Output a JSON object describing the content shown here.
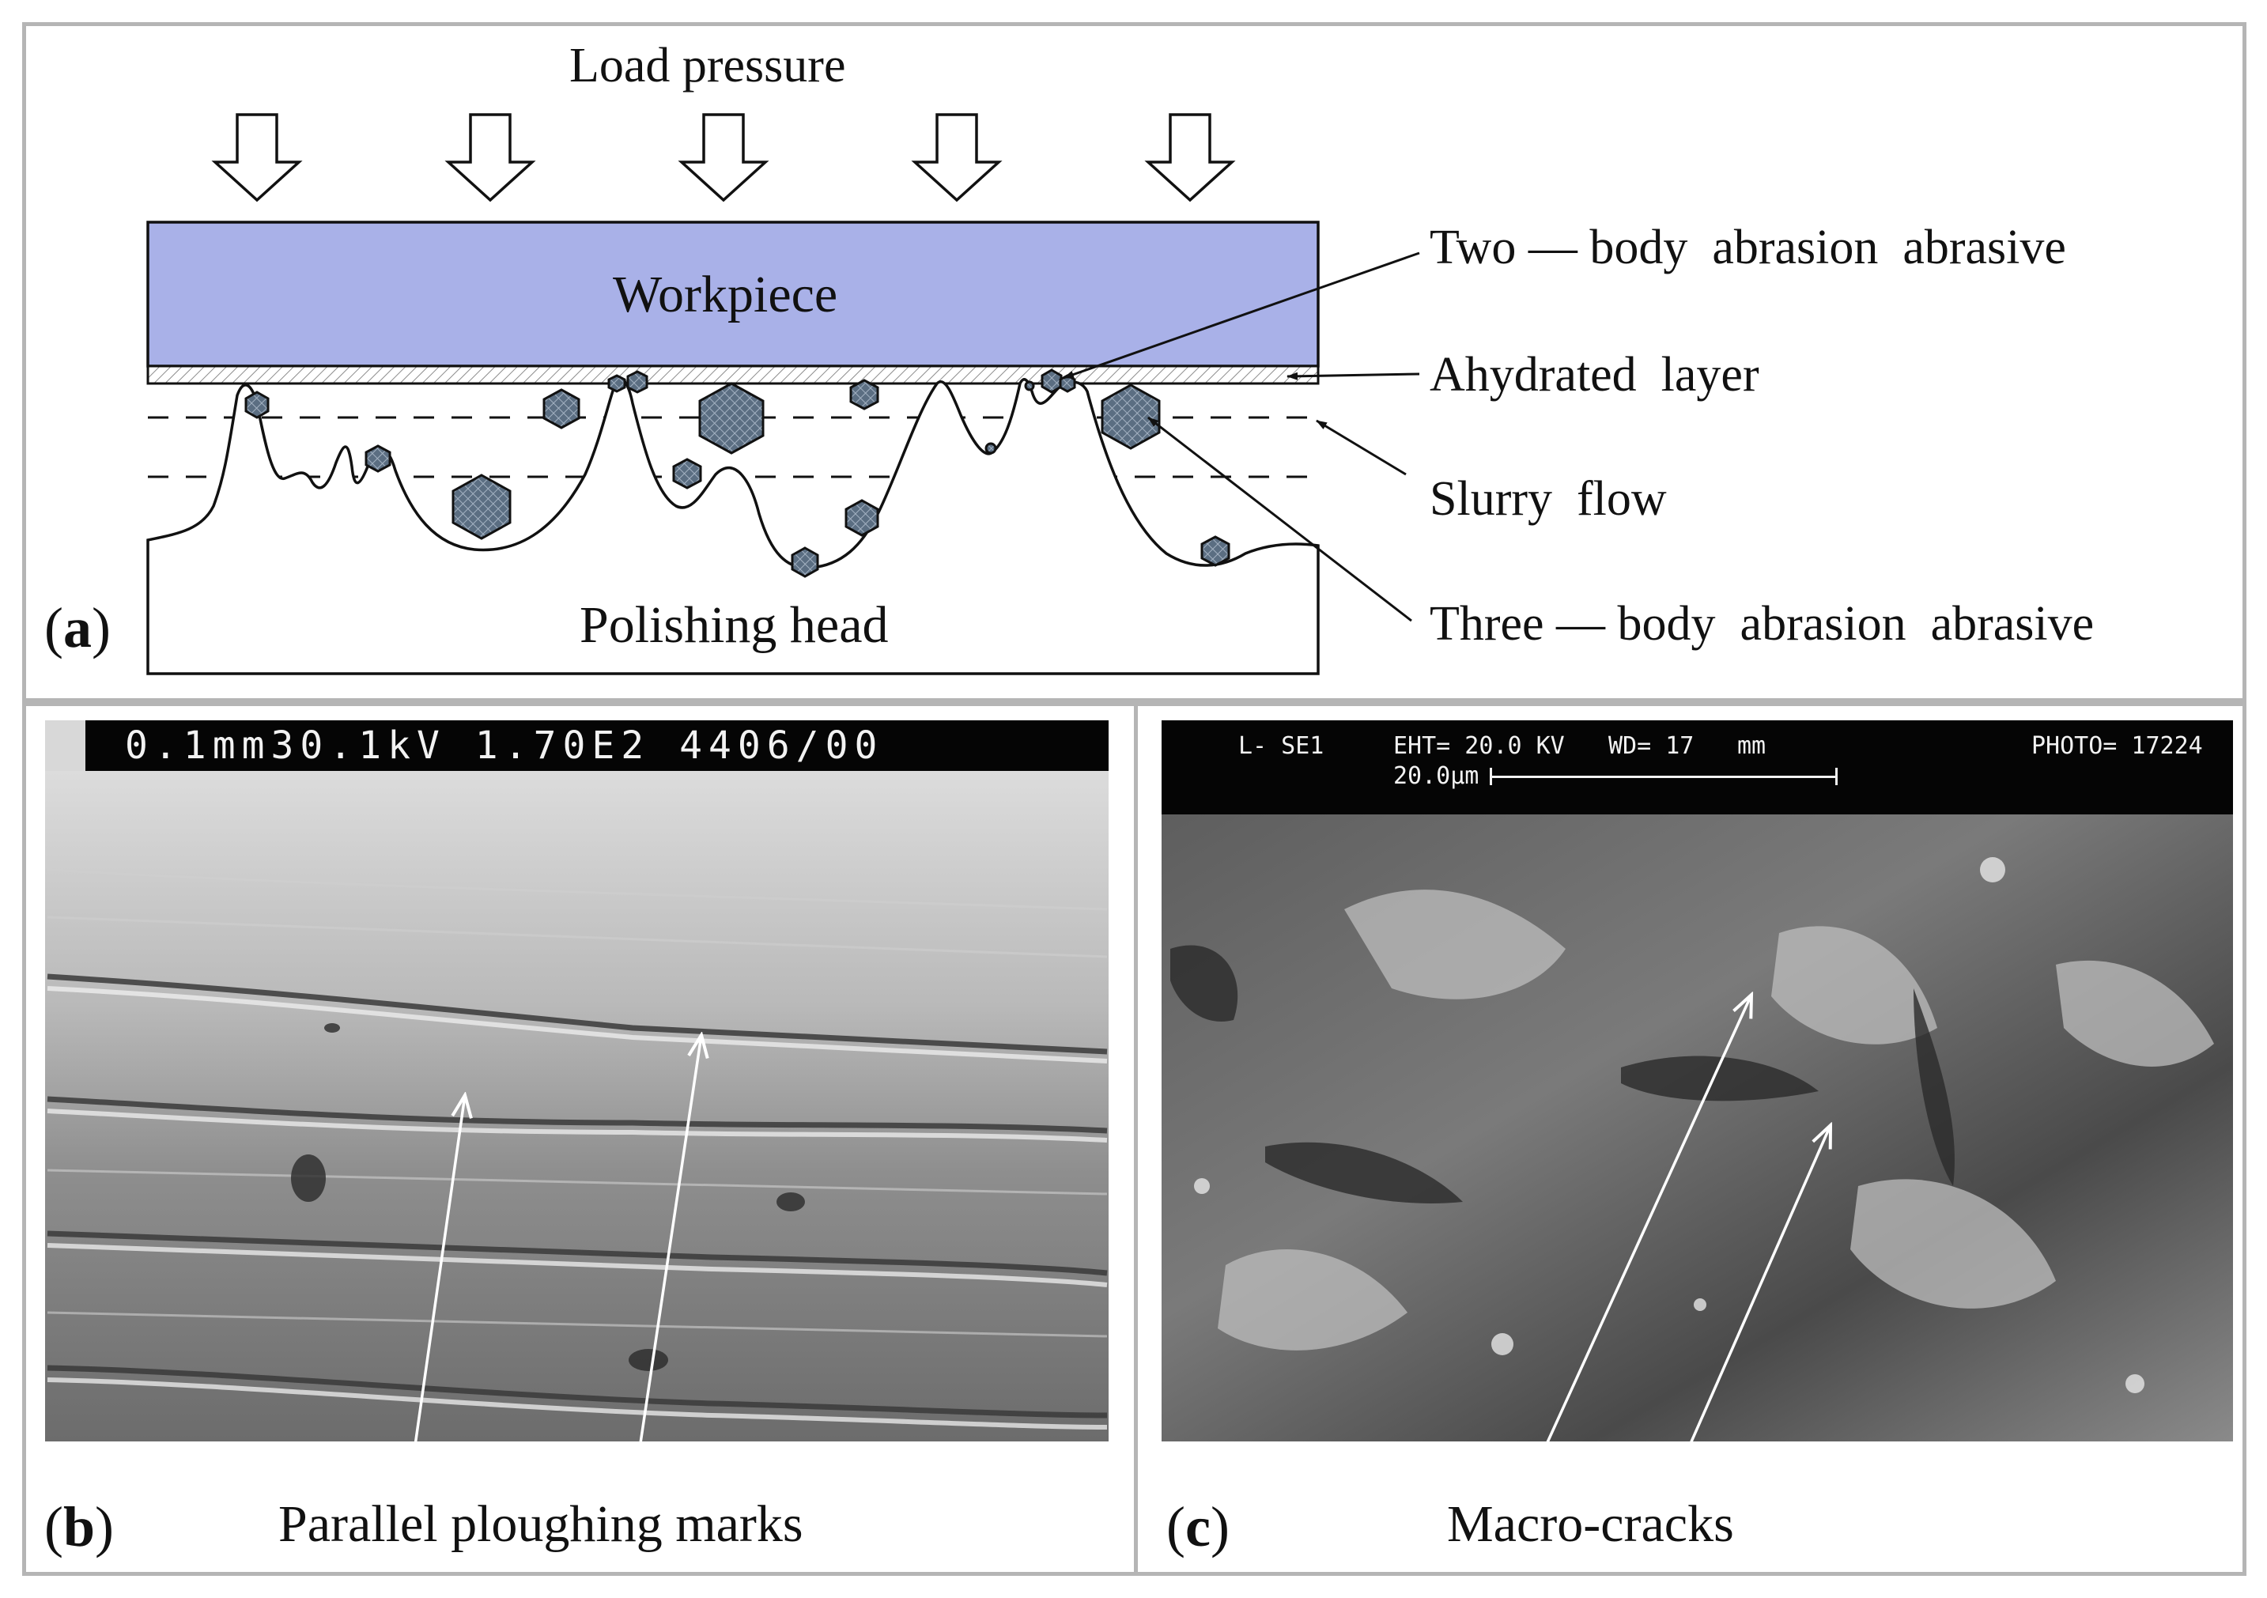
{
  "panel_a": {
    "label_letter": "a",
    "load_pressure": "Load pressure",
    "workpiece": "Workpiece",
    "polishing_head": "Polishing head",
    "two_body": "Two — body  abrasion  abrasive",
    "hydrated_layer": "Ahydrated  layer",
    "slurry_flow": "Slurry  flow",
    "three_body": "Three — body  abrasion  abrasive",
    "colors": {
      "workpiece_fill": "#a9b1e8",
      "abrasive_fill": "#5b6e82"
    },
    "arrow_count": 5
  },
  "panel_b": {
    "label_letter": "b",
    "sem_header": "0.1mm30.1kV  1.70E2  4406/00",
    "caption": "Parallel ploughing marks"
  },
  "panel_c": {
    "label_letter": "c",
    "sem_header_mode": "L- SE1",
    "sem_header_eht": "EHT= 20.0 KV",
    "sem_header_wd": "WD= 17",
    "sem_header_unit": "mm",
    "sem_header_photo": "PHOTO= 17224",
    "sem_scale": "20.0μm",
    "caption": "Macro-cracks"
  }
}
